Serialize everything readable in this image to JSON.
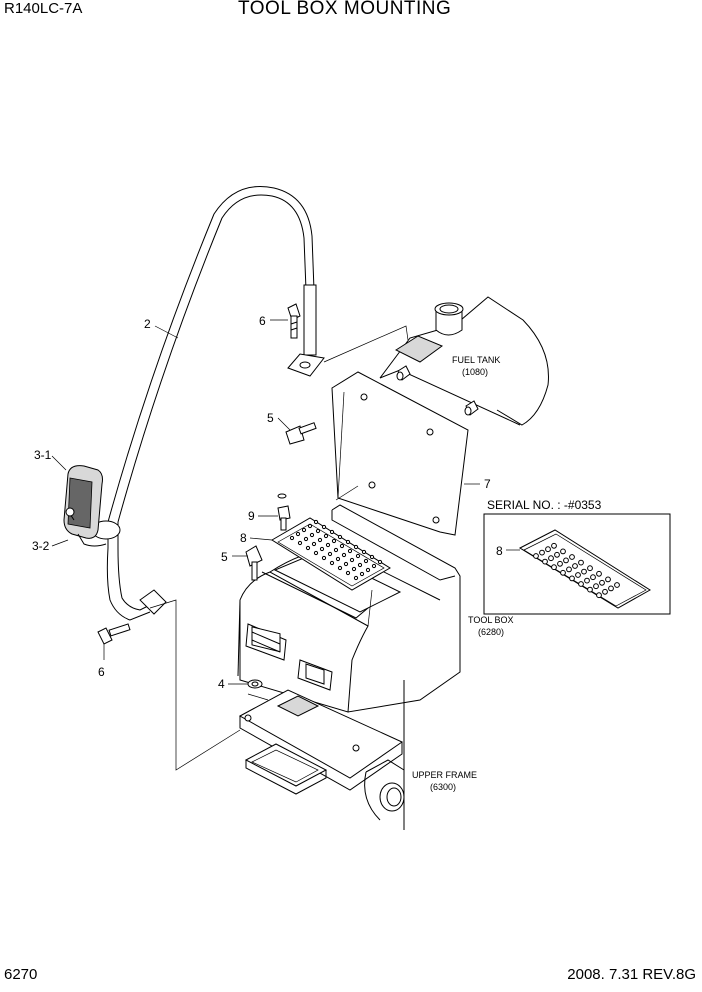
{
  "header": {
    "model": "R140LC-7A",
    "title": "TOOL BOX MOUNTING"
  },
  "footer": {
    "page_number": "6270",
    "revision": "2008. 7.31  REV.8G"
  },
  "callouts": {
    "c1": "2",
    "c2": "6",
    "c3": "5",
    "c4": "3-1",
    "c5": "3-2",
    "c6": "9",
    "c7": "8",
    "c8": "5",
    "c9": "6",
    "c10": "4",
    "c11": "7",
    "c12": "8"
  },
  "references": {
    "fuel_tank_name": "FUEL TANK",
    "fuel_tank_code": "(1080)",
    "tool_box_name": "TOOL BOX",
    "tool_box_code": "(6280)",
    "upper_frame_name": "UPPER FRAME",
    "upper_frame_code": "(6300)"
  },
  "serial_box": {
    "label": "SERIAL NO. : -#0353"
  }
}
